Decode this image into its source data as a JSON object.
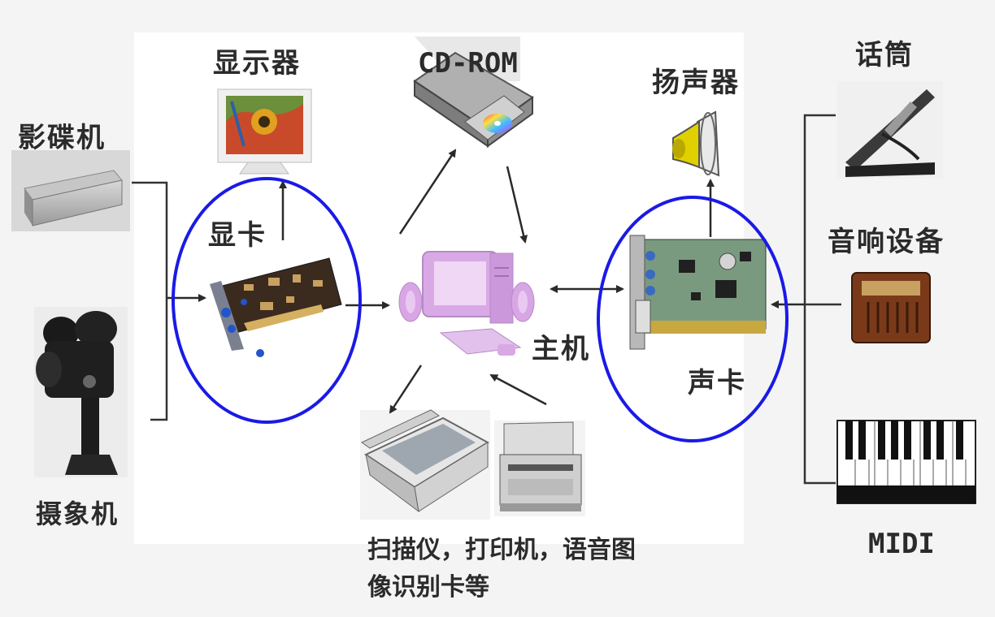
{
  "labels": {
    "disc_player": "影碟机",
    "camcorder": "摄象机",
    "monitor": "显示器",
    "graphics_card": "显卡",
    "cdrom": "CD-ROM",
    "host": "主机",
    "speaker": "扬声器",
    "sound_card": "声卡",
    "microphone": "话筒",
    "audio_device": "音响设备",
    "midi": "MIDI"
  },
  "caption": {
    "line1": "扫描仪，打印机，语音图",
    "line2": "像识别卡等"
  },
  "colors": {
    "highlight_circle": "#1a1ae6",
    "arrow": "#2a2a2a",
    "computer": "#d9a9e6"
  }
}
